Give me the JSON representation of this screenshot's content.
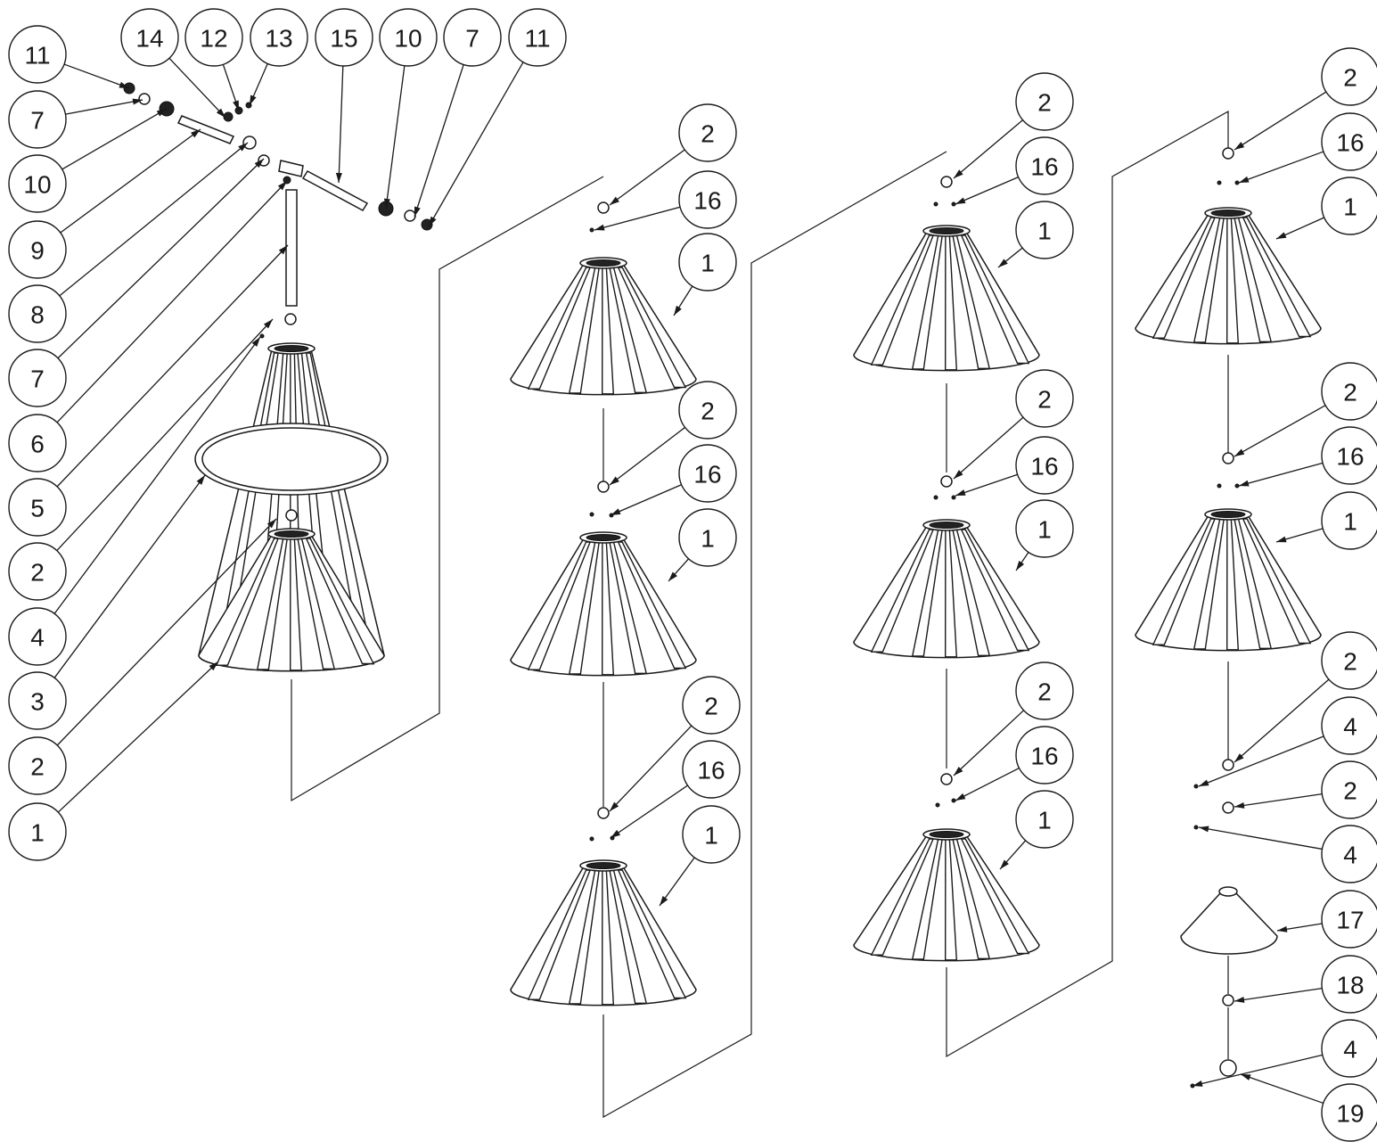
{
  "diagram": {
    "balloon_labels": {
      "left_column": [
        "11",
        "7",
        "10",
        "9",
        "8",
        "7",
        "6",
        "5",
        "2",
        "4",
        "3",
        "2",
        "1"
      ],
      "top_row": [
        "14",
        "12",
        "13",
        "15",
        "10",
        "7",
        "11"
      ],
      "column_2": [
        "2",
        "16",
        "1",
        "2",
        "16",
        "1",
        "2",
        "16",
        "1"
      ],
      "column_3": [
        "2",
        "16",
        "1",
        "2",
        "16",
        "1",
        "2",
        "16",
        "1"
      ],
      "column_4": [
        "2",
        "16",
        "1",
        "2",
        "16",
        "1",
        "2",
        "4",
        "2",
        "4",
        "17",
        "18",
        "4",
        "19"
      ]
    }
  }
}
